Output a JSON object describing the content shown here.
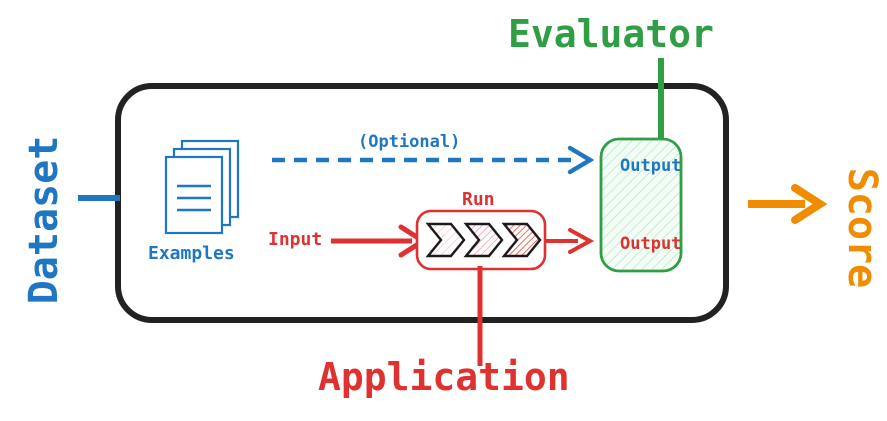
{
  "diagram": {
    "title_hidden": "LLM evaluation pipeline diagram",
    "colors": {
      "blue": "#1f77c4",
      "red": "#e03131",
      "green": "#2f9e44",
      "orange": "#f08c00",
      "black": "#222222",
      "green_fill": "#eafaef",
      "red_fill": "#fdeaea"
    },
    "labels": {
      "dataset": "Dataset",
      "evaluator": "Evaluator",
      "score": "Score",
      "application": "Application",
      "examples": "Examples",
      "optional": "(Optional)",
      "input": "Input",
      "run": "Run",
      "output_top": "Output",
      "output_bottom": "Output"
    },
    "nodes": [
      {
        "id": "examples-stack",
        "label": "Examples",
        "color": "#1f77c4",
        "shape": "document-stack"
      },
      {
        "id": "run-pipeline",
        "label": "Run",
        "color": "#e03131",
        "shape": "rounded-rect-chevrons"
      },
      {
        "id": "evaluator-output-box",
        "label": "Output / Output",
        "color": "#2f9e44",
        "shape": "hatched-rounded-rect"
      }
    ],
    "edges": [
      {
        "id": "dataset-connector",
        "from": "Dataset",
        "to": "container",
        "style": "solid",
        "color": "#1f77c4"
      },
      {
        "id": "optional-edge",
        "from": "Examples",
        "to": "Output",
        "label": "(Optional)",
        "style": "dashed",
        "color": "#1f77c4"
      },
      {
        "id": "input-edge",
        "from": "Input",
        "to": "Run",
        "style": "solid",
        "color": "#e03131"
      },
      {
        "id": "run-output-edge",
        "from": "Run",
        "to": "Output",
        "style": "solid",
        "color": "#e03131"
      },
      {
        "id": "application-connector",
        "from": "Application",
        "to": "Run",
        "style": "solid",
        "color": "#e03131"
      },
      {
        "id": "evaluator-connector",
        "from": "Evaluator",
        "to": "Output box",
        "style": "solid",
        "color": "#2f9e44"
      },
      {
        "id": "score-edge",
        "from": "container",
        "to": "Score",
        "style": "solid",
        "color": "#f08c00"
      }
    ]
  }
}
